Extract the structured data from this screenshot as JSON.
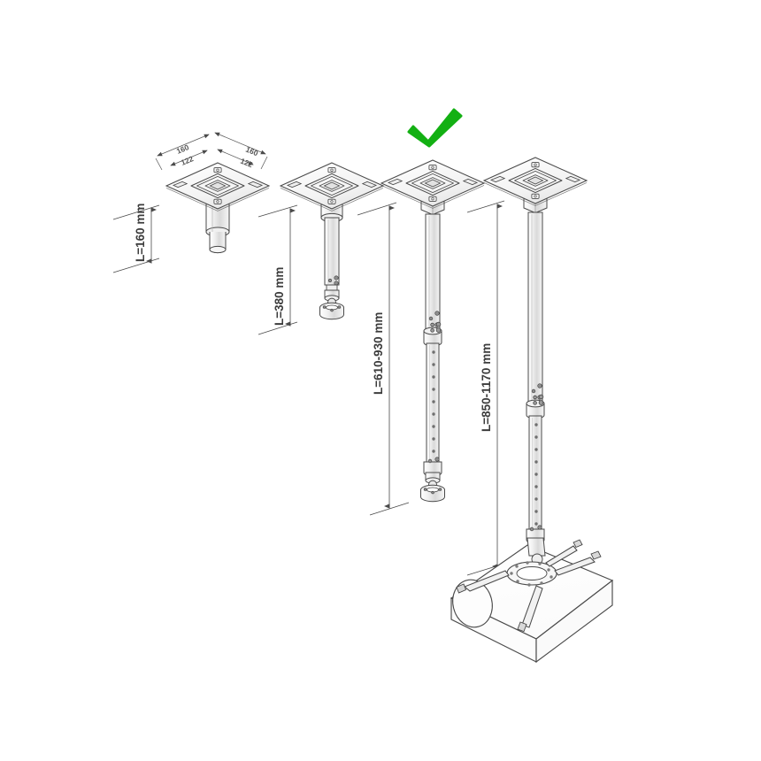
{
  "document": {
    "title": "Projector Ceiling Mount — Length Variants",
    "background_color": "#ffffff",
    "line_color": "#4a4a4a",
    "text_color": "#3c3c3c",
    "accent_color": "#13b013"
  },
  "marker": {
    "name": "green-checkmark",
    "color": "#13b013",
    "meaning": "selected-variant",
    "applies_to_variant_index": 2
  },
  "plate": {
    "width_label": "160",
    "hole_spacing_label": "122",
    "unit": "mm",
    "shape": "diamond-square-ceiling-plate"
  },
  "variants": [
    {
      "id": "variant-160",
      "label": "L=160 mm",
      "length_mm": 160,
      "adjustable": false,
      "selected": false,
      "has_dimension_callouts": true
    },
    {
      "id": "variant-380",
      "label": "L=380 mm",
      "length_mm": 380,
      "adjustable": false,
      "selected": false,
      "has_dimension_callouts": false
    },
    {
      "id": "variant-610-930",
      "label": "L=610-930 mm",
      "length_min_mm": 610,
      "length_max_mm": 930,
      "adjustable": true,
      "selected": true,
      "has_dimension_callouts": false
    },
    {
      "id": "variant-850-1170",
      "label": "L=850-1170 mm",
      "length_min_mm": 850,
      "length_max_mm": 1170,
      "adjustable": true,
      "selected": false,
      "has_dimension_callouts": false
    }
  ],
  "projector": {
    "name": "projector-body",
    "has_lens": true,
    "mount_type": "universal-spider-bracket",
    "arm_count": 4,
    "attached_to_variant_index": 3
  }
}
